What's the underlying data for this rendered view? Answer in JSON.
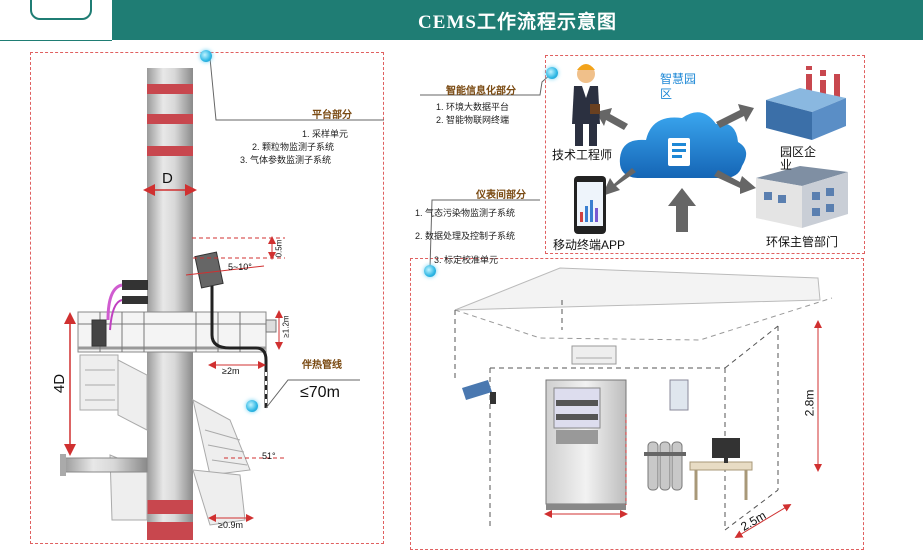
{
  "title": "CEMS工作流程示意图",
  "platform": {
    "heading": "平台部分",
    "items": [
      "1. 采样单元",
      "2. 颗粒物监测子系统",
      "3. 气体参数监测子系统"
    ]
  },
  "info": {
    "heading": "智能信息化部分",
    "items": [
      "1. 环境大数据平台",
      "2. 智能物联网终端"
    ]
  },
  "instrument": {
    "heading": "仪表间部分",
    "items": [
      "1. 气态污染物监测子系统",
      "2. 数据处理及控制子系统",
      "3. 标定校准单元"
    ]
  },
  "cloud": {
    "label": "智慧园区",
    "nodes": {
      "engineer": "技术工程师",
      "enterprise": "园区企业",
      "mobile": "移动终端APP",
      "authority": "环保主管部门"
    }
  },
  "stack": {
    "d": "D",
    "four_d": "4D",
    "dist_05": "0.5m",
    "angle_5_10": "5~10°",
    "dist_12": "≥1.2m",
    "dist_2": "≥2m",
    "angle_51": "51°",
    "dist_09": "≥0.9m",
    "heat_line": "伴热管线",
    "length_limit": "≤70m"
  },
  "room": {
    "height": "2.8m",
    "depth": "2.5m"
  },
  "colors": {
    "banner": "#1f7d74",
    "frame": "#e06060",
    "stack_band": "#c8474e",
    "cloud": "#1e88d6"
  }
}
